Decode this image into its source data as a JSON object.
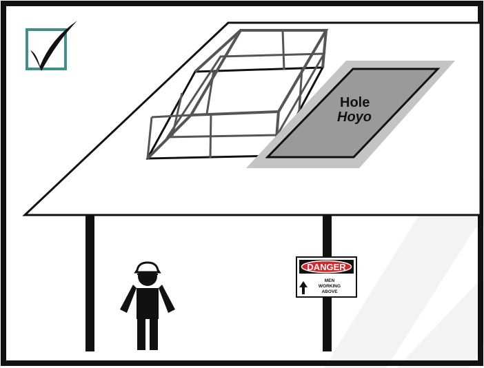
{
  "hole_sign": {
    "line1": "Hole",
    "line2": "Hoyo"
  },
  "danger_sign": {
    "header": "DANGER",
    "line1": "MEN",
    "line2": "WORKING",
    "line3": "ABOVE"
  },
  "colors": {
    "frame": "#111111",
    "checkbox_border": "#3f8f8a",
    "hole_fill": "#9a9a9a",
    "hole_border": "#c4c4c4",
    "railing": "#555555",
    "danger_red": "#d7262b",
    "watermark": "#dddddd"
  },
  "icons": {
    "checkbox": "checkmark-icon",
    "worker": "worker-with-hardhat-icon",
    "arrow": "up-arrow-icon"
  }
}
